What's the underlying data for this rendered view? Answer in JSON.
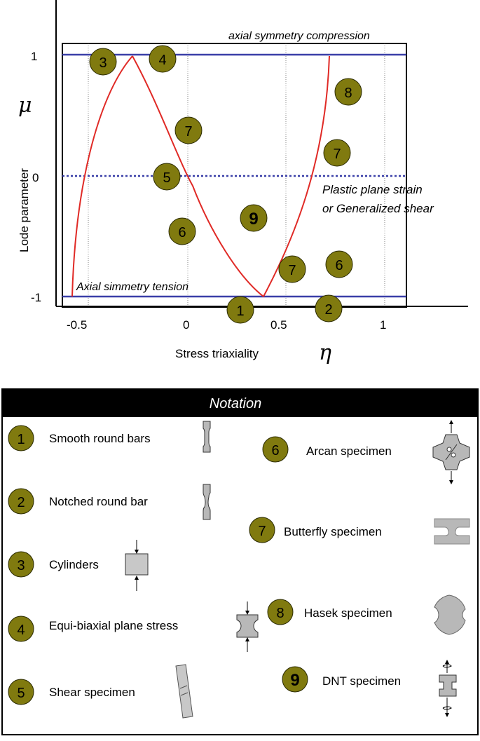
{
  "plot": {
    "top_label": "axial symmetry compression",
    "bottom_label": "Axial simmetry tension",
    "mid_label_1": "Plastic plane strain",
    "mid_label_2": "or Generalized shear",
    "ylabel": "Lode parameter",
    "ysymbol": "μ",
    "xlabel": "Stress triaxiality",
    "xsymbol": "η",
    "yticks": [
      "1",
      "0",
      "-1"
    ],
    "xticks": [
      "-0.5",
      "0",
      "0.5",
      "1"
    ],
    "markers": [
      "3",
      "4",
      "8",
      "7",
      "7",
      "5",
      "9",
      "6",
      "7",
      "6",
      "1",
      "2"
    ]
  },
  "notation": {
    "title": "Notation",
    "items": [
      {
        "num": "1",
        "label": "Smooth round bars"
      },
      {
        "num": "2",
        "label": "Notched round bar"
      },
      {
        "num": "3",
        "label": "Cylinders"
      },
      {
        "num": "4",
        "label": "Equi-biaxial plane stress"
      },
      {
        "num": "5",
        "label": "Shear specimen"
      },
      {
        "num": "6",
        "label": "Arcan specimen"
      },
      {
        "num": "7",
        "label": "Butterfly specimen"
      },
      {
        "num": "8",
        "label": "Hasek specimen"
      },
      {
        "num": "9",
        "label": "DNT specimen"
      }
    ]
  },
  "colors": {
    "marker_fill": "#807a0f",
    "curve": "#e02a26",
    "line": "#3a3fa8",
    "specimen": "#b8b8b8"
  }
}
